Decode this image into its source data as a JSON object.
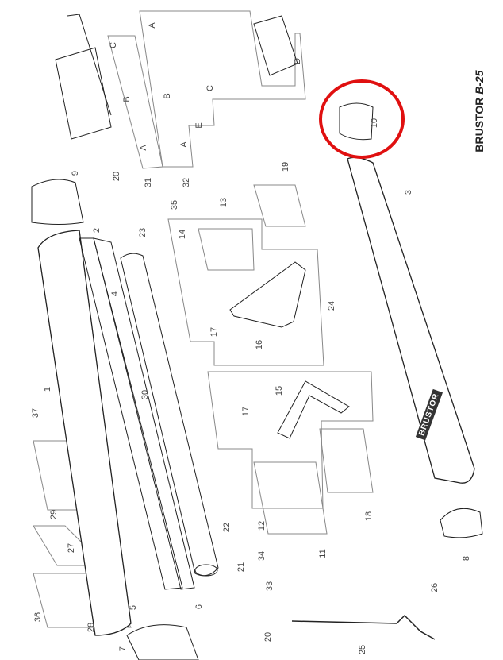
{
  "title": {
    "brand": "BRUSTOR",
    "model": "B-25"
  },
  "product_logo": "BRUSTOR",
  "highlight_color": "#e01010",
  "labels": [
    "1",
    "2",
    "3",
    "4",
    "5",
    "6",
    "7",
    "8",
    "9",
    "10",
    "11",
    "12",
    "13",
    "14",
    "15",
    "16",
    "17",
    "17",
    "18",
    "19",
    "20",
    "20",
    "21",
    "22",
    "23",
    "24",
    "25",
    "26",
    "27",
    "28",
    "29",
    "30",
    "31",
    "32",
    "33",
    "34",
    "35",
    "36",
    "37",
    "A",
    "B",
    "C",
    "A",
    "B",
    "C",
    "E",
    "A",
    "D"
  ]
}
